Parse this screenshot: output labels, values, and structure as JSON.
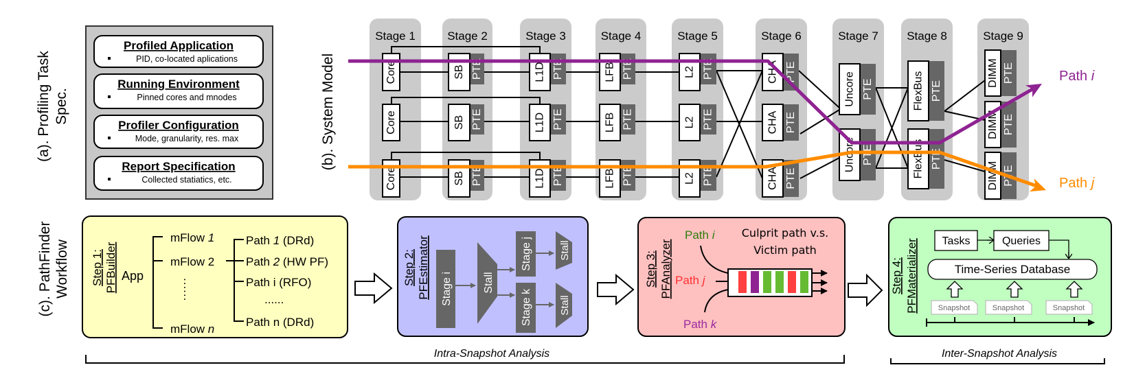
{
  "profiling_spec": {
    "label_line1": "(a). Profiling Task",
    "label_line2": "Spec.",
    "sections": [
      {
        "title": "Profiled Application",
        "bullet": "PID, co-located aplications"
      },
      {
        "title": "Running Environment",
        "bullet": "Pinned cores and mnodes"
      },
      {
        "title": "Profiler Configuration",
        "bullet": "Mode, granularity, res. max"
      },
      {
        "title": "Report Specification",
        "bullet": "Collected statiatics, etc."
      }
    ]
  },
  "system_model": {
    "label": "(b). System Model",
    "pte_label": "PTE",
    "stages": [
      {
        "label": "Stage 1",
        "units": [
          "Core",
          "Core",
          "Core"
        ]
      },
      {
        "label": "Stage 2",
        "units": [
          "SB",
          "SB",
          "SB"
        ]
      },
      {
        "label": "Stage 3",
        "units": [
          "L1D",
          "L1D",
          "L1D"
        ]
      },
      {
        "label": "Stage 4",
        "units": [
          "LFB",
          "LFB",
          "LFB"
        ]
      },
      {
        "label": "Stage 5",
        "units": [
          "L2",
          "L2",
          "L2"
        ]
      },
      {
        "label": "Stage 6",
        "units": [
          "CHA",
          "CHA",
          "CHA"
        ]
      },
      {
        "label": "Stage 7",
        "units": [
          "Uncore",
          "Uncore"
        ]
      },
      {
        "label": "Stage 8",
        "units": [
          "FlexBus",
          "FlexBus"
        ]
      },
      {
        "label": "Stage 9",
        "units": [
          "DIMM",
          "DIMM",
          "DIMM"
        ]
      }
    ],
    "paths": [
      {
        "prefix": "Path ",
        "var": "i",
        "color": "#8e2391"
      },
      {
        "prefix": "Path ",
        "var": "j",
        "color": "#ff8c00"
      }
    ]
  },
  "workflow": {
    "label_line1": "(c). PathFinder",
    "label_line2": "Workflow",
    "step1": {
      "step": "Step 1:",
      "name": "PFBuilder",
      "app": "App",
      "mflows": [
        {
          "prefix": "mFlow ",
          "var": "1",
          "italic": true
        },
        {
          "prefix": "mFlow ",
          "var": "2",
          "italic": false
        },
        {
          "prefix": "mFlow ",
          "var": "n",
          "italic": true
        }
      ],
      "mflow_ellipsis": "......",
      "paths": [
        {
          "prefix": "Path ",
          "var": "1",
          "suffix": " (DRd)"
        },
        {
          "prefix": "Path ",
          "var": "2",
          "suffix": " (HW PF)"
        },
        {
          "prefix": "Path ",
          "var": "i",
          "suffix": " (RFO)"
        },
        {
          "prefix": "",
          "var": "",
          "suffix": "......"
        },
        {
          "prefix": "Path ",
          "var": "n",
          "suffix": " (DRd)"
        }
      ],
      "color": "#ffffc0"
    },
    "step2": {
      "step": "Step 2:",
      "name": "PFEstimator",
      "stage_i": "Stage i",
      "stall": "Stall",
      "stage_j": "Stage j",
      "stage_k": "Stage k",
      "color": "#c0c0ff"
    },
    "step3": {
      "step": "Step 3:",
      "name": "PFAnalyzer",
      "path_i": {
        "prefix": "Path ",
        "var": "i",
        "color": "#2e7d0e"
      },
      "path_j": {
        "prefix": "Path ",
        "var": "j",
        "color": "#ff3030"
      },
      "path_k": {
        "prefix": "Path ",
        "var": "k",
        "color": "#9a2aa0"
      },
      "caption_line1": "Culprit path v.s.",
      "caption_line2": "Victim path",
      "queue_colors": [
        "#ff4040",
        "#8e2391",
        "#66bb33",
        "#66bb33",
        "#ff4040",
        "#66bb33"
      ],
      "color": "#ffc0c0"
    },
    "step4": {
      "step": "Step 4:",
      "name": "PFMaterializer",
      "tasks": "Tasks",
      "queries": "Queries",
      "database": "Time-Series Database",
      "snapshots": [
        "Snapshot",
        "Snapshot",
        "Snapshot"
      ],
      "color": "#c0ffc0"
    },
    "intra_label": "Intra-Snapshot Analysis",
    "inter_label": "Inter-Snapshot Analysis"
  }
}
